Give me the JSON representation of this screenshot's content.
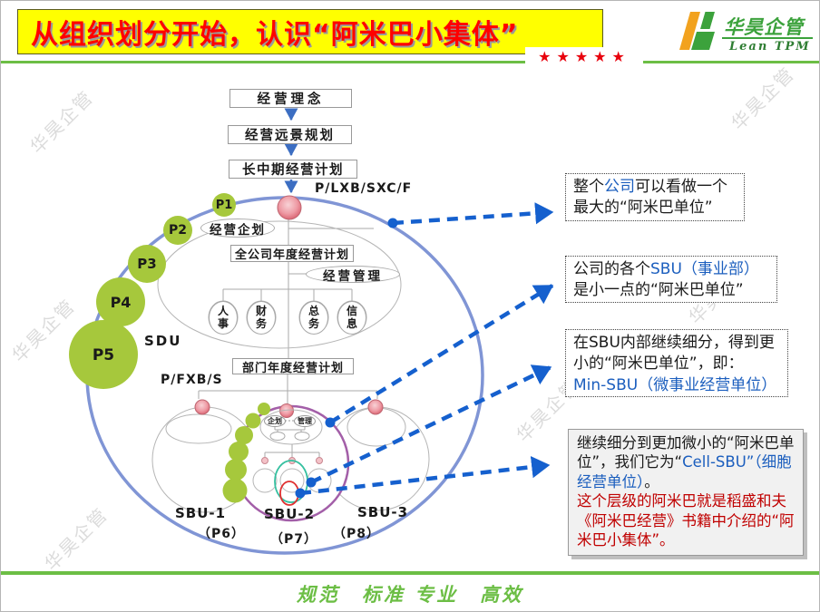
{
  "header": {
    "title": "从组织划分开始，认识“阿米巴小集体”",
    "logo_name": "华昊企管",
    "logo_subtitle": "Lean TPM",
    "stars": "★★★★★"
  },
  "footer": {
    "slogan": "规范　标准 专业　高效"
  },
  "watermark": "华昊企管",
  "flowchart": {
    "steps": [
      "经营理念",
      "经营远景规划",
      "长中期经营计划"
    ],
    "top_code": "P/LXB/SXC/F",
    "dept_code": "P/FXB/S",
    "planning_ellipse": "经营企划",
    "company_annual_plan": "全公司年度经营计划",
    "management_ellipse": "经营管理",
    "departments": [
      "人事",
      "财务",
      "总务",
      "信息"
    ],
    "sdu_label": "SDU",
    "dept_annual_plan": "部门年度经营计划"
  },
  "p_nodes": [
    "P1",
    "P2",
    "P3",
    "P4",
    "P5"
  ],
  "sbus": [
    {
      "name": "SBU-1",
      "p": "（P6）"
    },
    {
      "name": "SBU-2",
      "p": "（P7）"
    },
    {
      "name": "SBU-3",
      "p": "（P8）"
    }
  ],
  "sbu2_inner": {
    "planning": "企划",
    "management": "管理"
  },
  "annotations": {
    "a1": [
      {
        "t": "整个",
        "c": "k"
      },
      {
        "t": "公司",
        "c": "b"
      },
      {
        "t": "可以看做一个最大的“阿米巴单位”",
        "c": "k"
      }
    ],
    "a2": [
      {
        "t": "公司的各个",
        "c": "k"
      },
      {
        "t": "SBU（事业部）",
        "c": "b"
      },
      {
        "t": "是小一点的“阿米巴单位”",
        "c": "k"
      }
    ],
    "a3": [
      {
        "t": "在SBU内部继续细分，得到更小的“阿米巴单位”，即：",
        "c": "k"
      },
      {
        "t": "Min-SBU（微事业经营单位）",
        "c": "b",
        "br": true
      }
    ],
    "a4": [
      {
        "t": "继续细分到更加微小的“阿米巴单位”，我们它为“",
        "c": "k"
      },
      {
        "t": "Cell-SBU”（细胞经营单位）",
        "c": "b"
      },
      {
        "t": "。",
        "c": "k"
      },
      {
        "t": "这个层级的阿米巴就是稻盛和夫《阿米巴经营》书籍中介绍的“阿米巴小集体”。",
        "c": "r",
        "br": true
      }
    ]
  },
  "colors": {
    "title_red": "#FF0000",
    "title_bg_yellow": "#FFFF00",
    "brand_green": "#6CBE45",
    "amoeba_green": "#A6C83C",
    "big_circle_blue": "#8095D5",
    "sbu2_purple": "#A35FA8",
    "min_sbu_teal": "#35C0A0",
    "cell_sbu_red": "#E03030",
    "arrow_blue": "#1560CE",
    "text_blue": "#1B5EBE",
    "text_red": "#C00000"
  }
}
